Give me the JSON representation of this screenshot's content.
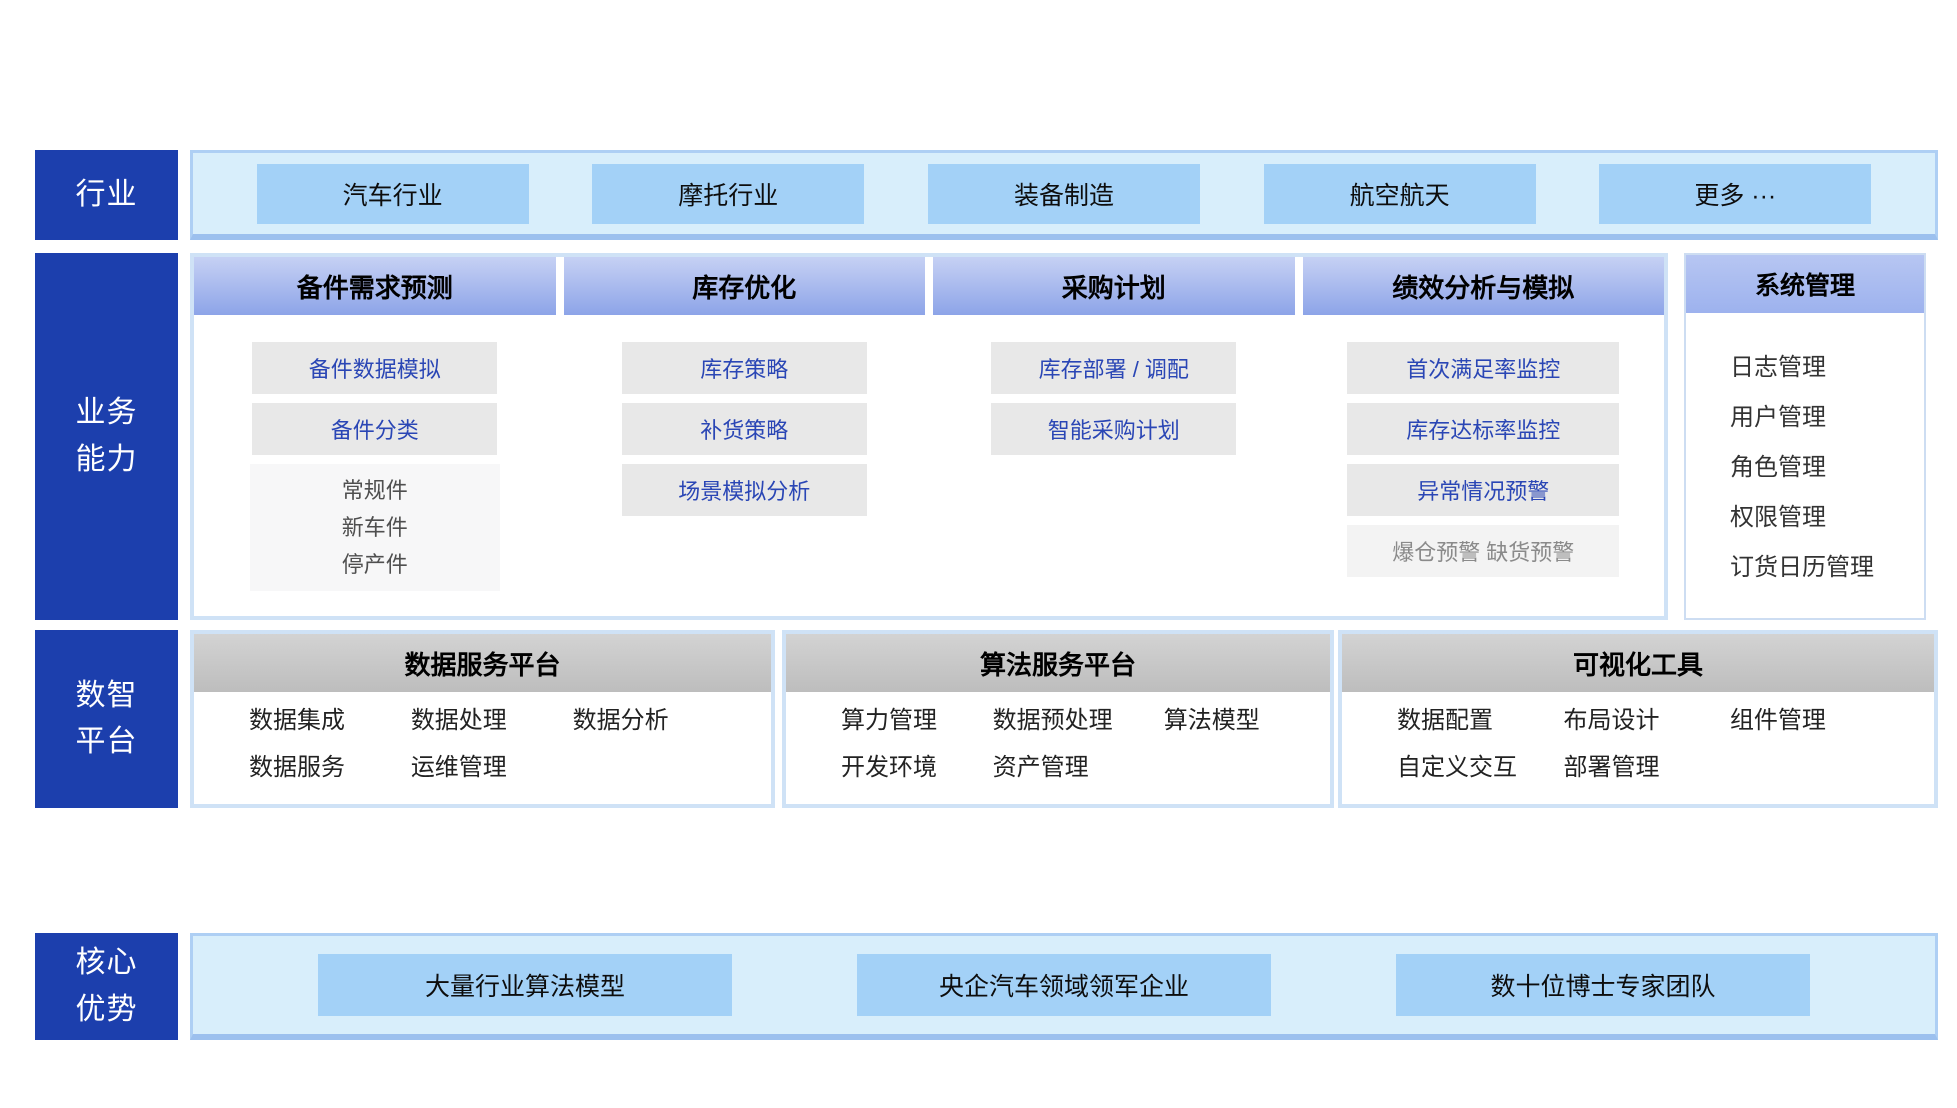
{
  "palette": {
    "sidebar_blue": "#1c3fad",
    "band_fill": "#d8eefb",
    "band_border": "#aecff4",
    "button_blue": "#a3d1f7",
    "capability_header_periwinkle": "#8da4e8",
    "chip_bg": "#e8e8e8",
    "chip_text_blue": "#2a46b5",
    "platform_header_gray": "#c6c6c6"
  },
  "sidebar": {
    "industry": "行业",
    "business": [
      "业务",
      "能力"
    ],
    "platform": [
      "数智",
      "平台"
    ],
    "advantage": [
      "核心",
      "优势"
    ]
  },
  "industries": [
    "汽车行业",
    "摩托行业",
    "装备制造",
    "航空航天",
    "更多 ···"
  ],
  "business": {
    "columns": [
      {
        "title": "备件需求预测",
        "chips": [
          "备件数据模拟",
          "备件分类"
        ],
        "plain": [
          "常规件",
          "新车件",
          "停产件"
        ]
      },
      {
        "title": "库存优化",
        "chips": [
          "库存策略",
          "补货策略",
          "场景模拟分析"
        ]
      },
      {
        "title": "采购计划",
        "chips": [
          "库存部署 / 调配",
          "智能采购计划"
        ]
      },
      {
        "title": "绩效分析与模拟",
        "chips": [
          "首次满足率监控",
          "库存达标率监控",
          "异常情况预警"
        ],
        "muted": "爆仓预警 缺货预警"
      }
    ],
    "system": {
      "title": "系统管理",
      "items": [
        "日志管理",
        "用户管理",
        "角色管理",
        "权限管理",
        "订货日历管理"
      ]
    }
  },
  "platform": {
    "boxes": [
      {
        "title": "数据服务平台",
        "rows": [
          [
            "数据集成",
            "数据处理",
            "数据分析"
          ],
          [
            "数据服务",
            "运维管理"
          ]
        ]
      },
      {
        "title": "算法服务平台",
        "rows": [
          [
            "算力管理",
            "数据预处理",
            "算法模型"
          ],
          [
            "开发环境",
            "资产管理"
          ]
        ]
      },
      {
        "title": "可视化工具",
        "rows": [
          [
            "数据配置",
            "布局设计",
            "组件管理"
          ],
          [
            "自定义交互",
            "部署管理"
          ]
        ]
      }
    ]
  },
  "advantages": [
    "大量行业算法模型",
    "央企汽车领域领军企业",
    "数十位博士专家团队"
  ]
}
